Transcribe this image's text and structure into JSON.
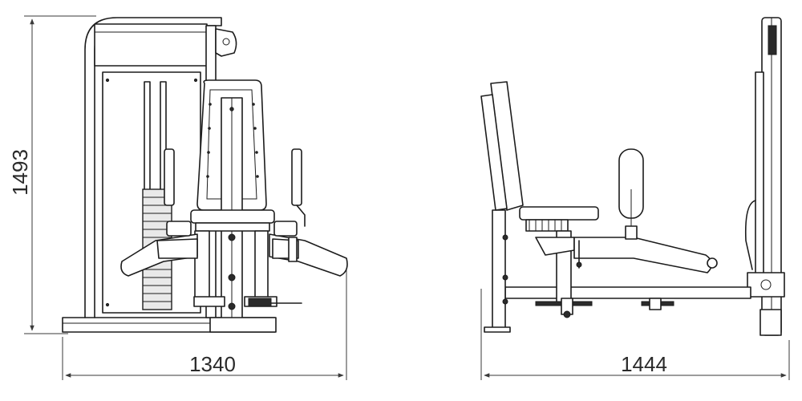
{
  "dimensions": {
    "height": "1493",
    "front_width": "1340",
    "side_width": "1444"
  }
}
